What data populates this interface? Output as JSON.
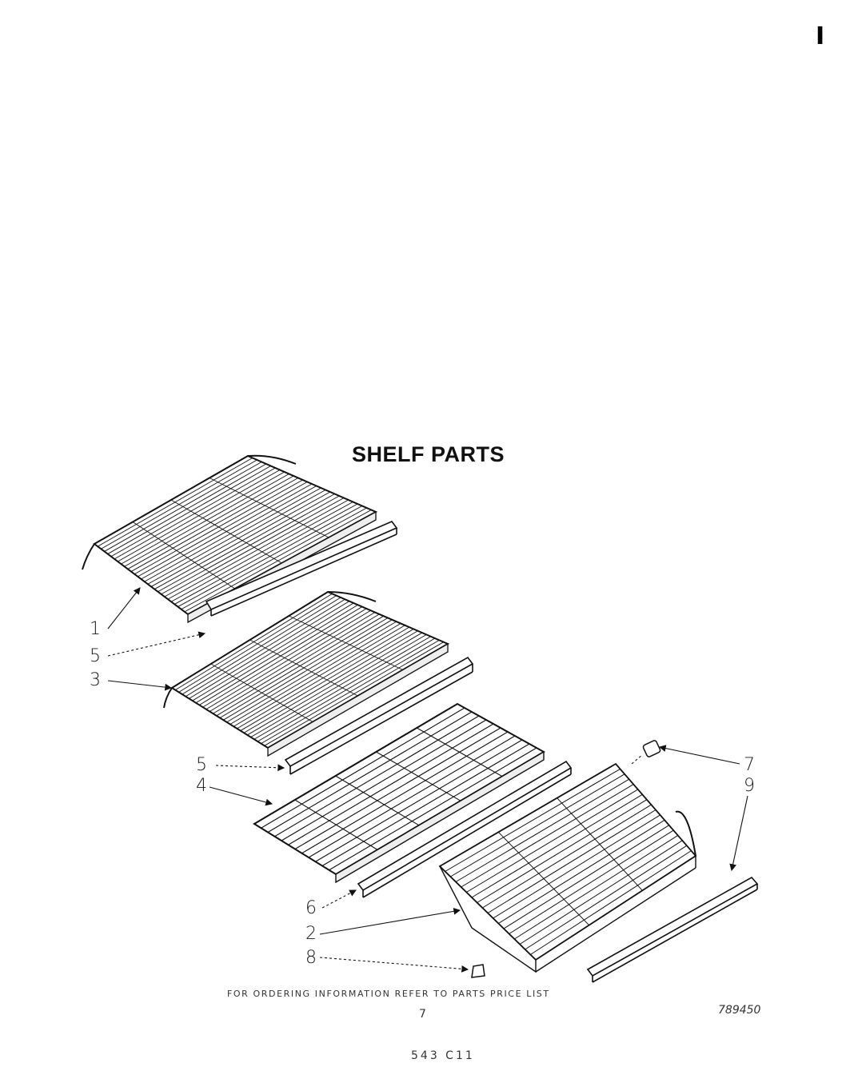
{
  "title": "SHELF PARTS",
  "corner_mark": "I",
  "callouts": [
    {
      "id": "1",
      "label": "1"
    },
    {
      "id": "5a",
      "label": "5"
    },
    {
      "id": "3",
      "label": "3"
    },
    {
      "id": "5b",
      "label": "5"
    },
    {
      "id": "4",
      "label": "4"
    },
    {
      "id": "6",
      "label": "6"
    },
    {
      "id": "2",
      "label": "2"
    },
    {
      "id": "8",
      "label": "8"
    },
    {
      "id": "7",
      "label": "7"
    },
    {
      "id": "9",
      "label": "9"
    }
  ],
  "footer_note": "FOR ORDERING INFORMATION REFER TO PARTS PRICE LIST",
  "page_number": "7",
  "reference_number": "789450",
  "document_code": "543 C11"
}
